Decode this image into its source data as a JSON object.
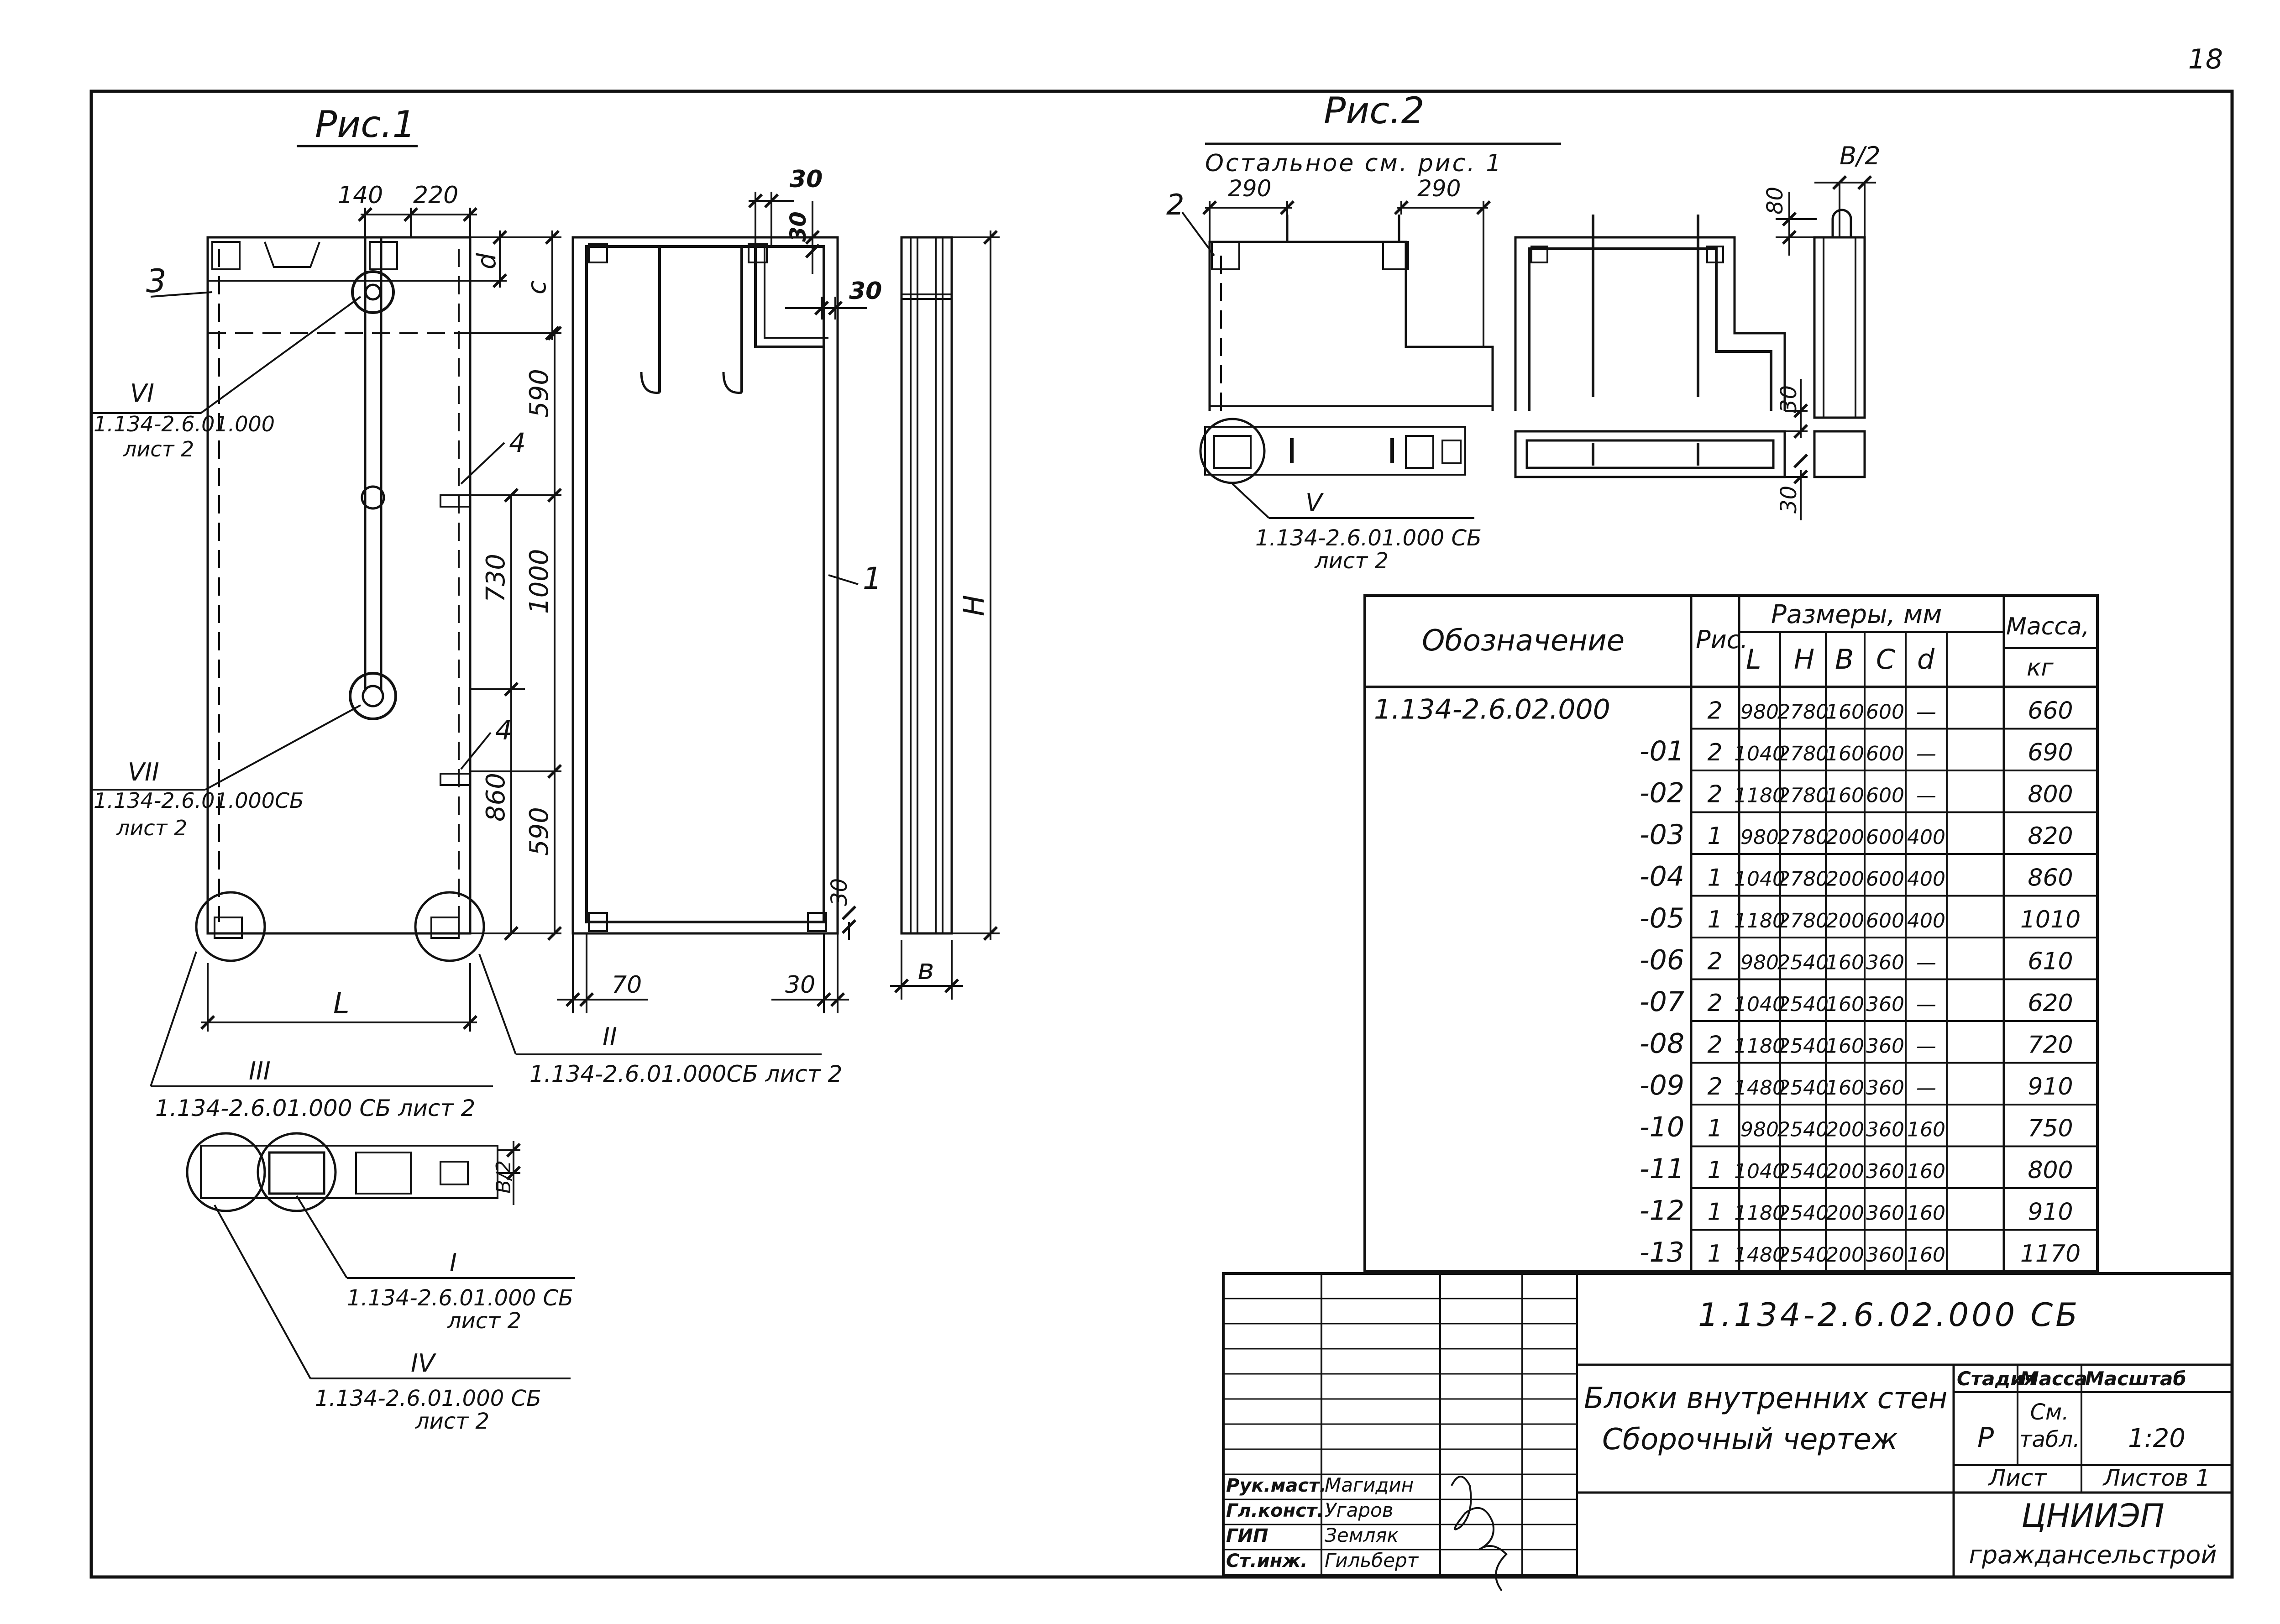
{
  "page_number": "18",
  "fig1": {
    "title": "Рис.1",
    "dims_top": [
      "140",
      "220"
    ],
    "dims_right": [
      "d",
      "c",
      "590",
      "730",
      "1000",
      "860",
      "590"
    ],
    "mark_3": "3",
    "mark_4a": "4",
    "mark_4b": "4",
    "mark_1": "1",
    "dim_30a": "30",
    "dim_30b": "30",
    "dim_30c": "30",
    "dim_30d": "30",
    "dim_30e": "30",
    "dim_70": "70",
    "label_L": "L",
    "label_H": "H",
    "label_B": "в",
    "callout_VI_num": "VI",
    "callout_VI_ref": "1.134-2.6.01.000",
    "callout_VI_sheet": "лист 2",
    "callout_VII_num": "VII",
    "callout_VII_ref": "1.134-2.6.01.000СБ",
    "callout_VII_sheet": "лист 2",
    "callout_III_num": "III",
    "callout_III_ref": "1.134-2.6.01.000 СБ лист 2",
    "callout_II_num": "II",
    "callout_II_ref": "1.134-2.6.01.000СБ лист 2",
    "callout_I_num": "I",
    "callout_I_ref": "1.134-2.6.01.000 СБ",
    "callout_I_sheet": "лист 2",
    "callout_IV_num": "IV",
    "callout_IV_ref": "1.134-2.6.01.000 СБ",
    "callout_IV_sheet": "лист 2",
    "dim_B2_small": "В/2"
  },
  "fig2": {
    "title": "Рис.2",
    "subtitle": "Остальное см. рис. 1",
    "dim_290a": "290",
    "dim_290b": "290",
    "mark_2": "2",
    "dim_B2": "В/2",
    "dim_80": "80",
    "dim_30a": "30",
    "dim_30b": "30",
    "callout_V_num": "V",
    "callout_V_ref": "1.134-2.6.01.000 СБ",
    "callout_V_sheet": "лист 2"
  },
  "table": {
    "header_designation": "Обозначение",
    "header_fig": "Рис.",
    "header_sizes": "Размеры, мм",
    "header_L": "L",
    "header_H": "H",
    "header_B": "В",
    "header_C": "С",
    "header_d": "d",
    "header_mass": "Масса,",
    "header_mass_unit": "кг",
    "rows": [
      {
        "d": "1.134-2.6.02.000",
        "f": "2",
        "L": "980",
        "H": "2780",
        "B": "160",
        "C": "600",
        "dd": "—",
        "m": "660"
      },
      {
        "d": "-01",
        "f": "2",
        "L": "1040",
        "H": "2780",
        "B": "160",
        "C": "600",
        "dd": "—",
        "m": "690"
      },
      {
        "d": "-02",
        "f": "2",
        "L": "1180",
        "H": "2780",
        "B": "160",
        "C": "600",
        "dd": "—",
        "m": "800"
      },
      {
        "d": "-03",
        "f": "1",
        "L": "980",
        "H": "2780",
        "B": "200",
        "C": "600",
        "dd": "400",
        "m": "820"
      },
      {
        "d": "-04",
        "f": "1",
        "L": "1040",
        "H": "2780",
        "B": "200",
        "C": "600",
        "dd": "400",
        "m": "860"
      },
      {
        "d": "-05",
        "f": "1",
        "L": "1180",
        "H": "2780",
        "B": "200",
        "C": "600",
        "dd": "400",
        "m": "1010"
      },
      {
        "d": "-06",
        "f": "2",
        "L": "980",
        "H": "2540",
        "B": "160",
        "C": "360",
        "dd": "—",
        "m": "610"
      },
      {
        "d": "-07",
        "f": "2",
        "L": "1040",
        "H": "2540",
        "B": "160",
        "C": "360",
        "dd": "—",
        "m": "620"
      },
      {
        "d": "-08",
        "f": "2",
        "L": "1180",
        "H": "2540",
        "B": "160",
        "C": "360",
        "dd": "—",
        "m": "720"
      },
      {
        "d": "-09",
        "f": "2",
        "L": "1480",
        "H": "2540",
        "B": "160",
        "C": "360",
        "dd": "—",
        "m": "910"
      },
      {
        "d": "-10",
        "f": "1",
        "L": "980",
        "H": "2540",
        "B": "200",
        "C": "360",
        "dd": "160",
        "m": "750"
      },
      {
        "d": "-11",
        "f": "1",
        "L": "1040",
        "H": "2540",
        "B": "200",
        "C": "360",
        "dd": "160",
        "m": "800"
      },
      {
        "d": "-12",
        "f": "1",
        "L": "1180",
        "H": "2540",
        "B": "200",
        "C": "360",
        "dd": "160",
        "m": "910"
      },
      {
        "d": "-13",
        "f": "1",
        "L": "1480",
        "H": "2540",
        "B": "200",
        "C": "360",
        "dd": "160",
        "m": "1170"
      }
    ]
  },
  "title_block": {
    "doc_code": "1.134-2.6.02.000 СБ",
    "name_line1": "Блоки внутренних стен",
    "name_line2": "Сборочный чертеж",
    "stage_header": "Стадия",
    "mass_header": "Масса",
    "scale_header": "Масштаб",
    "stage": "Р",
    "mass_line1": "См.",
    "mass_line2": "табл.",
    "scale": "1:20",
    "sheet_label": "Лист",
    "sheets_label": "Листов 1",
    "org_line1": "ЦНИИЭП",
    "org_line2": "граждансельстрой",
    "roles": [
      {
        "role": "Рук.маст.",
        "name": "Магидин"
      },
      {
        "role": "Гл.конст.",
        "name": "Угаров"
      },
      {
        "role": "ГИП",
        "name": "Земляк"
      },
      {
        "role": "Ст.инж.",
        "name": "Гильберт"
      }
    ]
  }
}
